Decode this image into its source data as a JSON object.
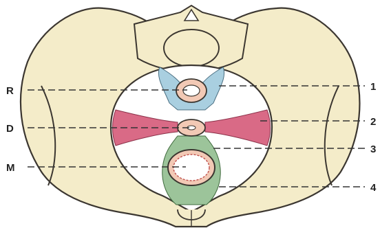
{
  "labels_left": {
    "rectum": "R",
    "vagina": "D",
    "bladder": "M"
  },
  "labels_right": {
    "n1": "1",
    "n2": "2",
    "n3": "3",
    "n4": "4"
  },
  "colors": {
    "bone": "#f4ecc9",
    "bone_outline": "#3b3630",
    "ligament_posterior": "#a9cfe0",
    "ligament_lateral": "#d96a86",
    "ligament_anterior": "#9cc49a",
    "organ": "#f2c9b5"
  }
}
